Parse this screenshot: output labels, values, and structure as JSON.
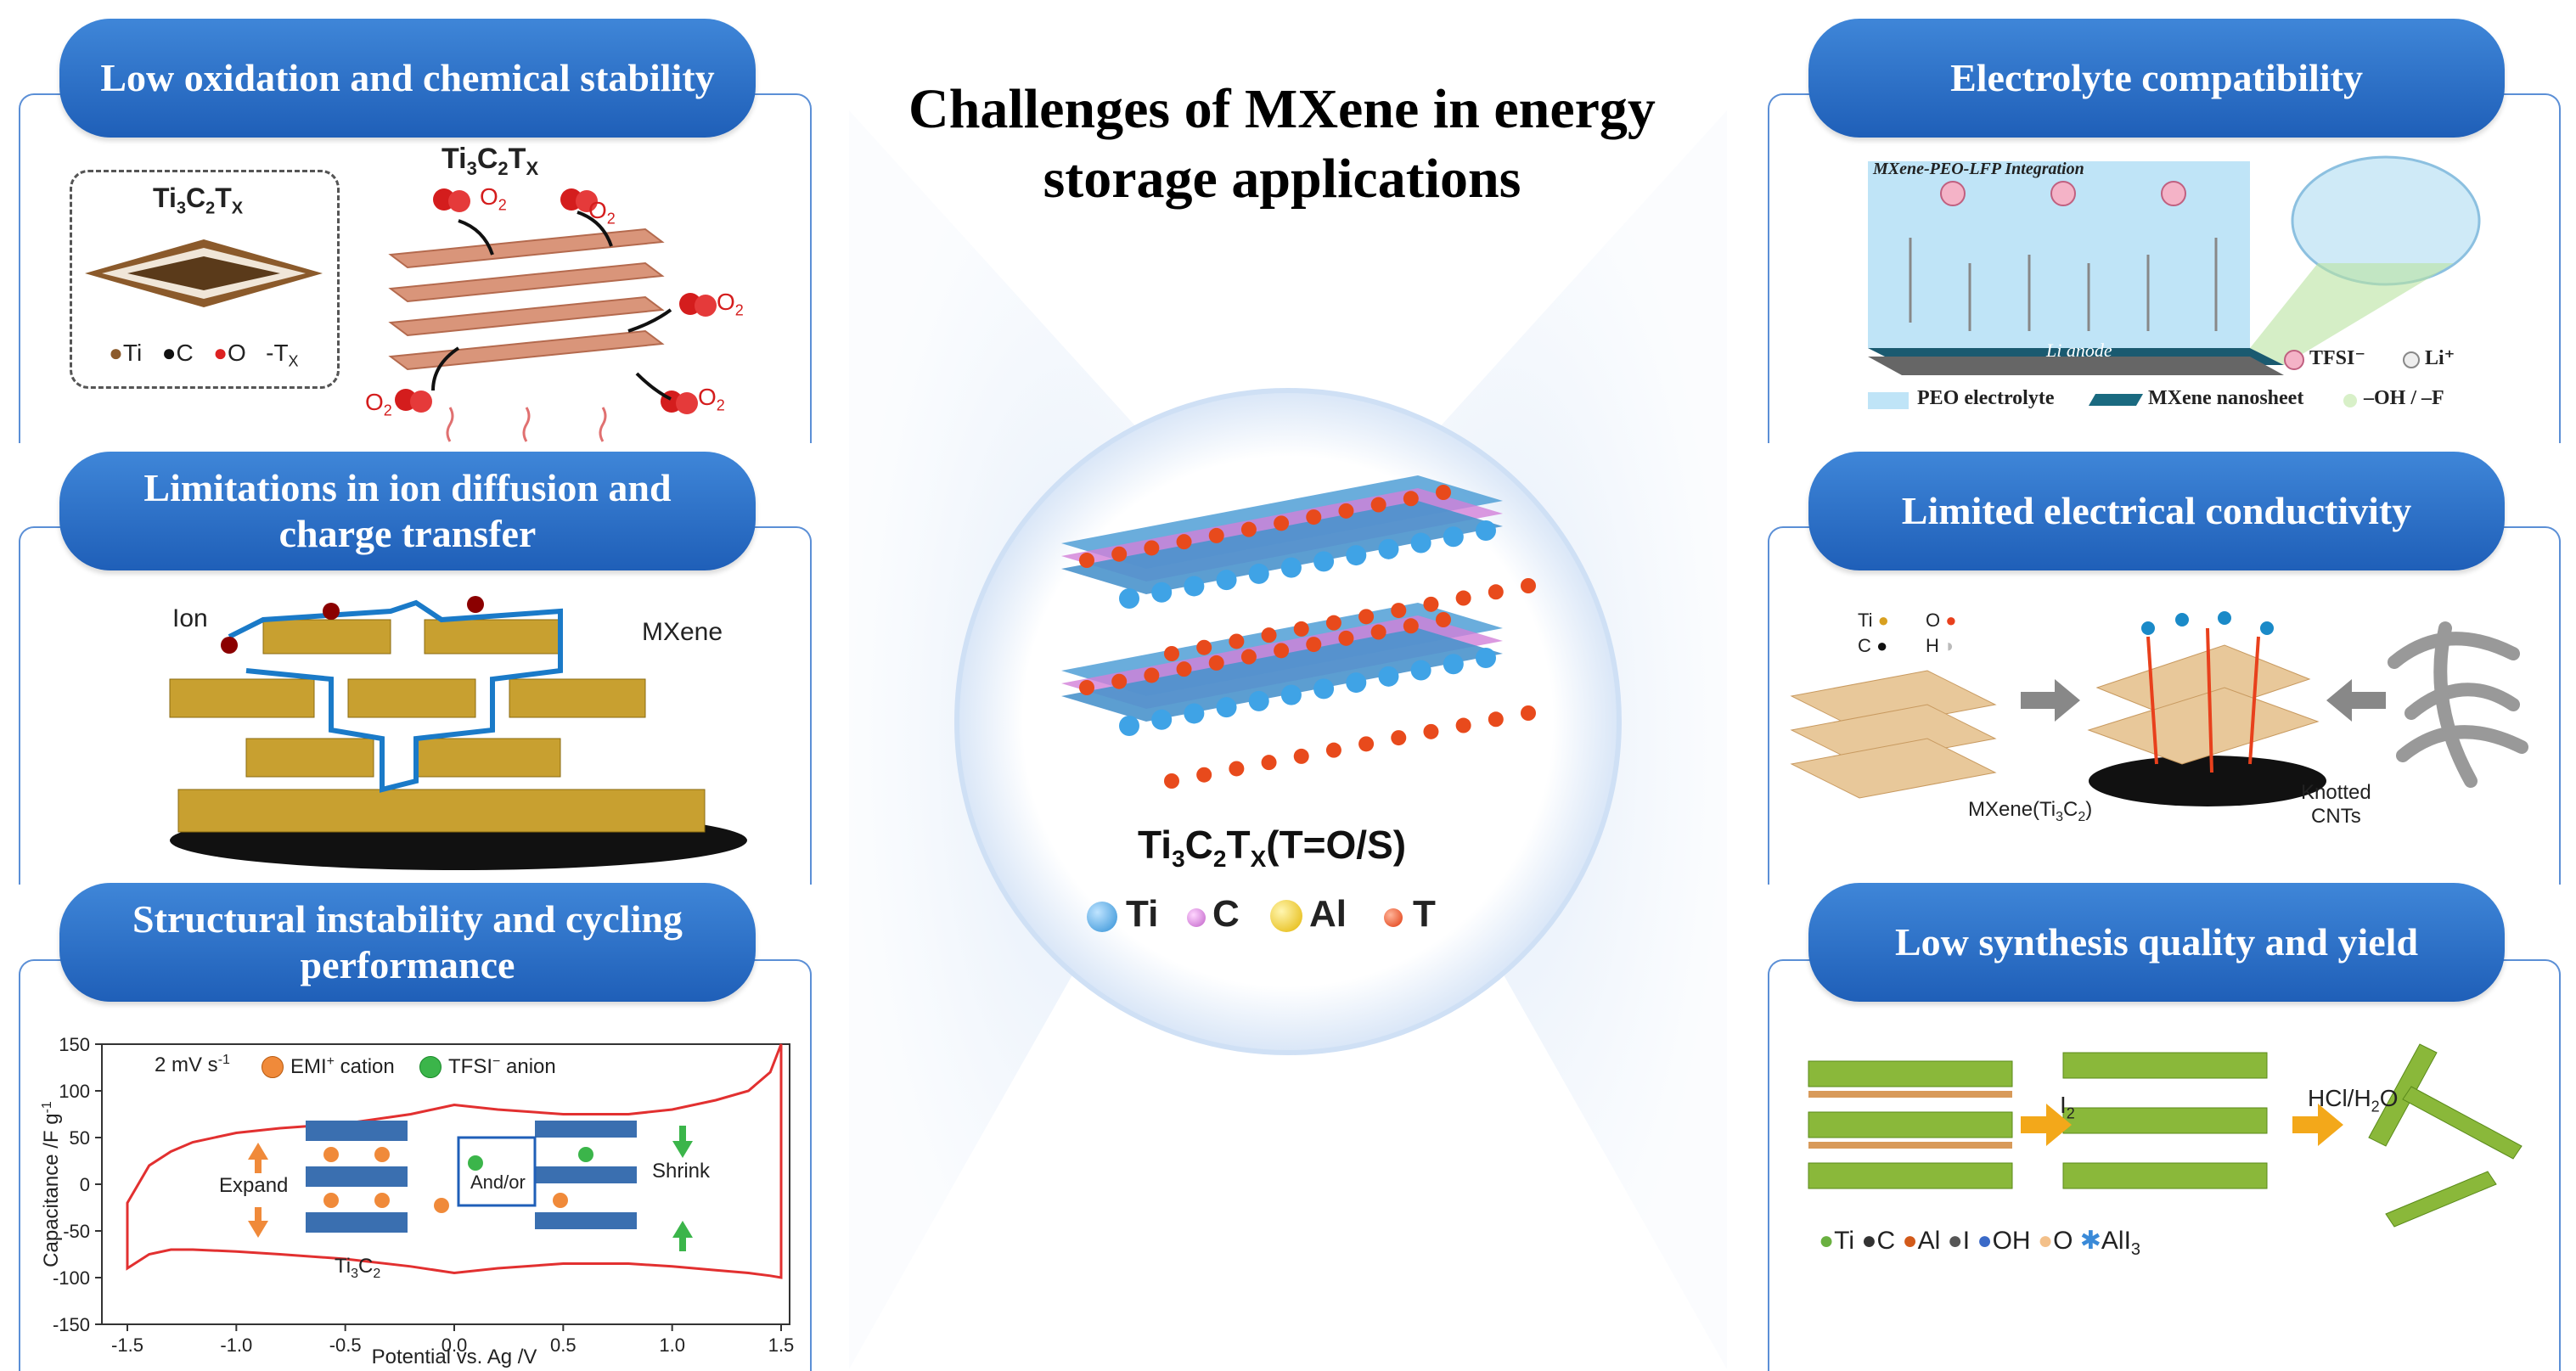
{
  "title": "Challenges of MXene in energy storage applications",
  "center": {
    "formula": "Ti3C2TX(T=O/S)",
    "formula_parts": {
      "a": "Ti",
      "b": "3",
      "c": "C",
      "d": "2",
      "e": "T",
      "f": "X",
      "g": "(T=O/S)"
    },
    "legend": [
      "Ti",
      "C",
      "Al",
      "T"
    ],
    "colors": {
      "Ti": "#3fa3e6",
      "C": "#d27fd8",
      "Al": "#f2c91c",
      "T": "#e84a1c"
    }
  },
  "panels": {
    "p1": {
      "title": "Low oxidation and chemical stability",
      "inset_formula": {
        "a": "Ti",
        "b": "3",
        "c": "C",
        "d": "2",
        "e": "T",
        "f": "X"
      },
      "main_formula": {
        "a": "Ti",
        "b": "3",
        "c": "C",
        "d": "2",
        "e": "T",
        "f": "X"
      },
      "oxygen": {
        "a": "O",
        "b": "2"
      },
      "legend": [
        "Ti",
        "C",
        "O",
        "T"
      ],
      "legend_sub": "X"
    },
    "p2": {
      "title": "Limitations in ion diffusion and charge transfer",
      "ion_label": "Ion",
      "mxene_label": "MXene"
    },
    "p3": {
      "title": "Structural instability and cycling performance",
      "scan_rate": "2 mV s",
      "scan_rate_sup": "-1",
      "legend_cation": "EMI",
      "legend_cation_sup": "+",
      "legend_cation_suffix": " cation",
      "legend_anion": "TFSI",
      "legend_anion_sup": "−",
      "legend_anion_suffix": " anion",
      "expand": "Expand",
      "shrink": "Shrink",
      "andor": "And/or",
      "ti3c2": {
        "a": "Ti",
        "b": "3",
        "c": "C",
        "d": "2"
      },
      "xlabel": "Potential vs. Ag /V",
      "ylabel": "Capacitance /F g",
      "ylabel_sup": "-1"
    },
    "p4": {
      "title": "Electrolyte compatibility",
      "inner_title": "MXene-PEO-LFP Integration",
      "anode": "Li anode",
      "tfsi": "TFSI⁻",
      "li": "Li⁺",
      "peo": "PEO electrolyte",
      "nanosheet": "MXene nanosheet",
      "ohf": "–OH / –F"
    },
    "p5": {
      "title": "Limited electrical conductivity",
      "legend": [
        "Ti",
        "O",
        "C",
        "H"
      ],
      "mxene_label": "MXene(Ti",
      "mxene_sub1": "3",
      "mxene_mid": "C",
      "mxene_sub2": "2",
      "mxene_end": ")",
      "cnt_label1": "Knotted",
      "cnt_label2": "CNTs"
    },
    "p6": {
      "title": "Low synthesis quality and yield",
      "i2": {
        "a": "I",
        "b": "2"
      },
      "hcl": {
        "a": "HCl/H",
        "b": "2",
        "c": "O"
      },
      "legend": [
        "Ti",
        "C",
        "Al",
        "I",
        "OH",
        "O"
      ],
      "all3": {
        "a": "AlI",
        "b": "3"
      }
    }
  },
  "chart_data": {
    "type": "line",
    "title": "",
    "xlabel": "Potential vs. Ag /V",
    "ylabel": "Capacitance /F g-1",
    "xlim": [
      -1.5,
      1.5
    ],
    "ylim": [
      -150,
      150
    ],
    "xticks": [
      -1.5,
      -1.0,
      -0.5,
      0.0,
      0.5,
      1.0,
      1.5
    ],
    "yticks": [
      -150,
      -100,
      -50,
      0,
      50,
      100,
      150
    ],
    "series": [
      {
        "name": "",
        "x": [
          -1.5,
          -1.4,
          -1.3,
          -1.2,
          -1.0,
          -0.8,
          -0.5,
          -0.2,
          0.0,
          0.2,
          0.5,
          0.8,
          1.0,
          1.2,
          1.35,
          1.45,
          1.5
        ],
        "y_upper": [
          -20,
          20,
          35,
          45,
          55,
          60,
          65,
          75,
          85,
          80,
          75,
          75,
          80,
          90,
          100,
          120,
          150
        ],
        "y_lower": [
          -90,
          -75,
          -70,
          -70,
          -72,
          -75,
          -80,
          -88,
          -95,
          -90,
          -85,
          -85,
          -88,
          -92,
          -95,
          -98,
          -100
        ]
      }
    ]
  }
}
